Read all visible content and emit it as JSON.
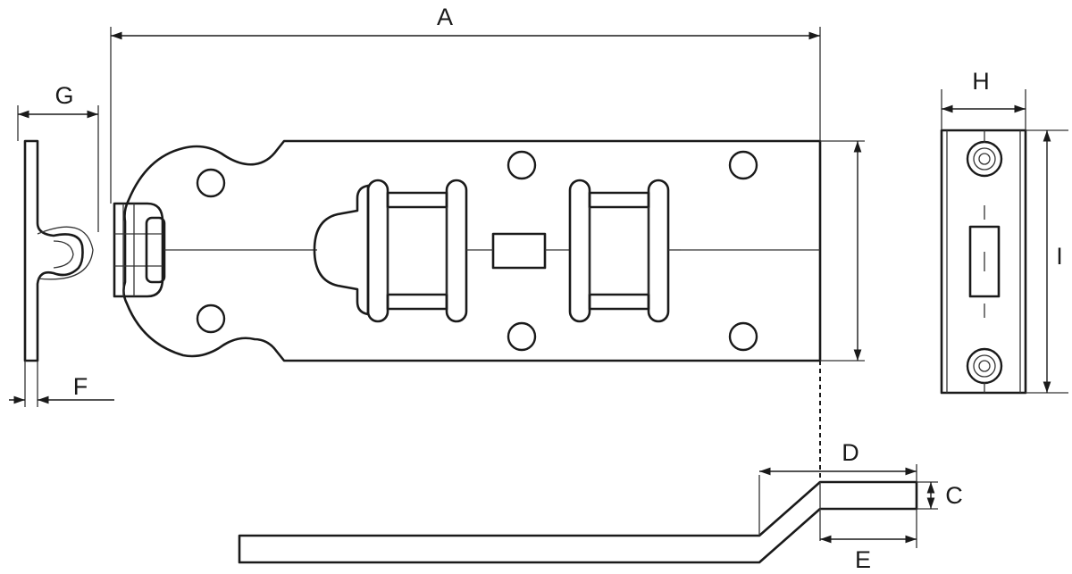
{
  "labels": {
    "A": "A",
    "C": "C",
    "D": "D",
    "E": "E",
    "F": "F",
    "G": "G",
    "H": "H",
    "I": "I"
  },
  "colors": {
    "line": "#1a1a1a",
    "background": "#ffffff"
  }
}
